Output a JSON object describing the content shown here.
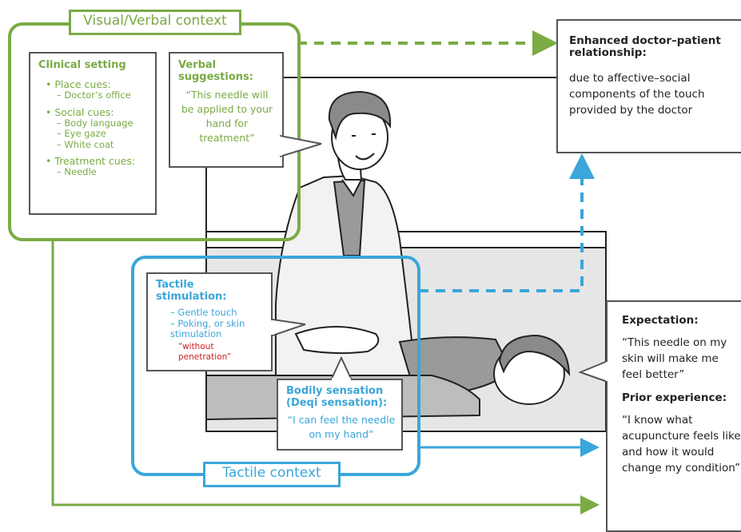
{
  "visual_context": {
    "title": "Visual/Verbal context",
    "clinical_setting": {
      "heading": "Clinical setting",
      "groups": [
        {
          "label": "• Place cues:",
          "items": [
            "– Doctor’s office"
          ]
        },
        {
          "label": "• Social cues:",
          "items": [
            "– Body language",
            "– Eye gaze",
            "– White coat"
          ]
        },
        {
          "label": "• Treatment cues:",
          "items": [
            "– Needle"
          ]
        }
      ]
    },
    "verbal": {
      "heading": "Verbal suggestions:",
      "quote": "“This needle will be applied to your hand for treatment”"
    }
  },
  "tactile_context": {
    "title": "Tactile context",
    "stimulation": {
      "heading": "Tactile stimulation:",
      "items": [
        "– Gentle touch",
        "– Poking, or skin stimulation"
      ],
      "note": "“without penetration”"
    },
    "bodily": {
      "heading": "Bodily sensation (Deqi sensation):",
      "quote": "“I can feel the needle on my hand”"
    }
  },
  "relationship": {
    "heading": "Enhanced doctor–patient relationship:",
    "text": "due to affective–social components of the touch provided by the doctor"
  },
  "patient": {
    "expectation_heading": "Expectation:",
    "expectation_text": "“This needle on my skin will make me feel better”",
    "prior_heading": "Prior experience:",
    "prior_text": "“I know what acupuncture feels like and how it would change my condition”"
  },
  "colors": {
    "green": "#7aab45",
    "blue": "#3aa6d9",
    "dark": "#555555",
    "accent_red": "#cc2222"
  }
}
